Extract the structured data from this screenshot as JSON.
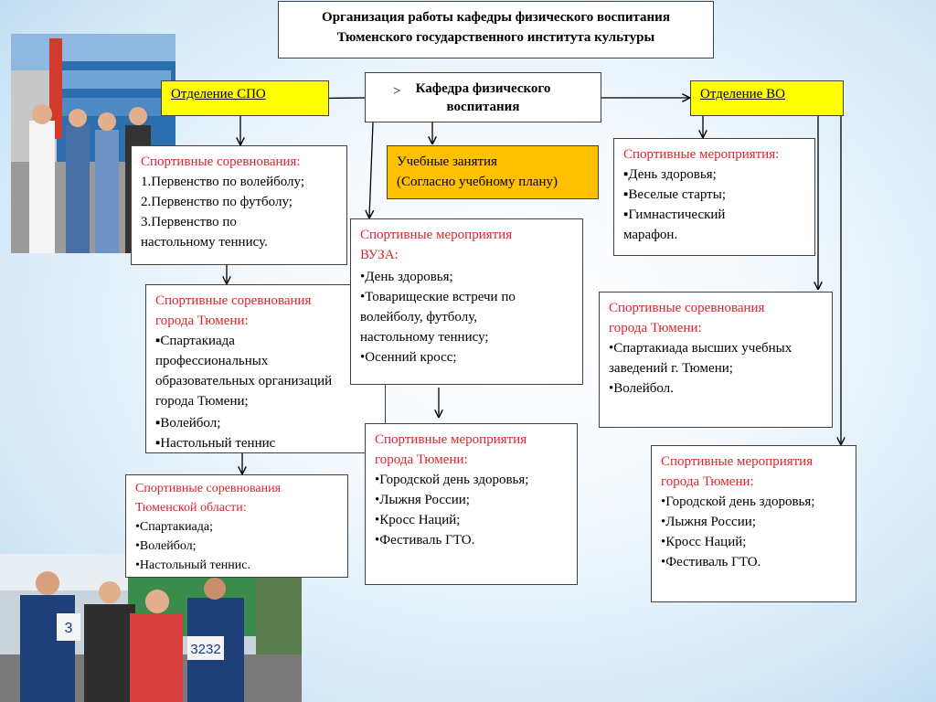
{
  "title": {
    "line1": "Организация работы кафедры физического воспитания",
    "line2": "Тюменского государственного института культуры"
  },
  "dept": {
    "mark": ">",
    "line1": "Кафедра физического",
    "line2": "воспитания"
  },
  "spo": {
    "label": "Отделение СПО"
  },
  "vo": {
    "label": "Отделение ВО"
  },
  "classes": {
    "line1": "Учебные занятия",
    "line2": "(Согласно учебному плану)"
  },
  "spo_competitions": {
    "heading": "Спортивные соревнования:",
    "items": [
      "1.Первенство по волейболу;",
      "2.Первенство по футболу;",
      "3.Первенство по",
      "настольному теннису."
    ]
  },
  "spo_city": {
    "heading1": "Спортивные соревнования",
    "heading2": "города Тюмени:",
    "items": [
      "▪Спартакиада",
      "профессиональных",
      "образовательных организаций",
      "города Тюмени;",
      "▪Волейбол;",
      "▪Настольный теннис"
    ]
  },
  "spo_region": {
    "heading1": "Спортивные соревнования",
    "heading2": "Тюменской области:",
    "items": [
      "•Спартакиада;",
      "•Волейбол;",
      "•Настольный теннис."
    ]
  },
  "uni_events": {
    "heading1": "Спортивные мероприятия",
    "heading2": "ВУЗА:",
    "items": [
      "•День здоровья;",
      "•Товарищеские встречи по",
      "волейболу, футболу,",
      "настольному теннису;",
      "•Осенний кросс;"
    ]
  },
  "center_city_events": {
    "heading1": "Спортивные мероприятия",
    "heading2": "города Тюмени:",
    "items": [
      "•Городской день здоровья;",
      "•Лыжня России;",
      "•Кросс Наций;",
      "•Фестиваль ГТО."
    ]
  },
  "vo_events": {
    "heading": "Спортивные мероприятия:",
    "items": [
      "▪День здоровья;",
      "▪Веселые старты;",
      "▪Гимнастический",
      "марафон."
    ]
  },
  "vo_city_competitions": {
    "heading1": "Спортивные соревнования",
    "heading2": "города Тюмени:",
    "items": [
      "•Спартакиада высших учебных",
      "заведений г. Тюмени;",
      "•Волейбол."
    ]
  },
  "vo_city_events": {
    "heading1": "Спортивные мероприятия",
    "heading2": "города Тюмени:",
    "items": [
      "•Городской день здоровья;",
      "•Лыжня России;",
      "•Кросс Наций;",
      "•Фестиваль ГТО."
    ]
  },
  "photo2": {
    "bib1": "3",
    "bib2": "3232"
  },
  "colors": {
    "heading_red": "#d8262d",
    "label_yellow": "#ffff00",
    "classes_orange": "#ffc000"
  }
}
